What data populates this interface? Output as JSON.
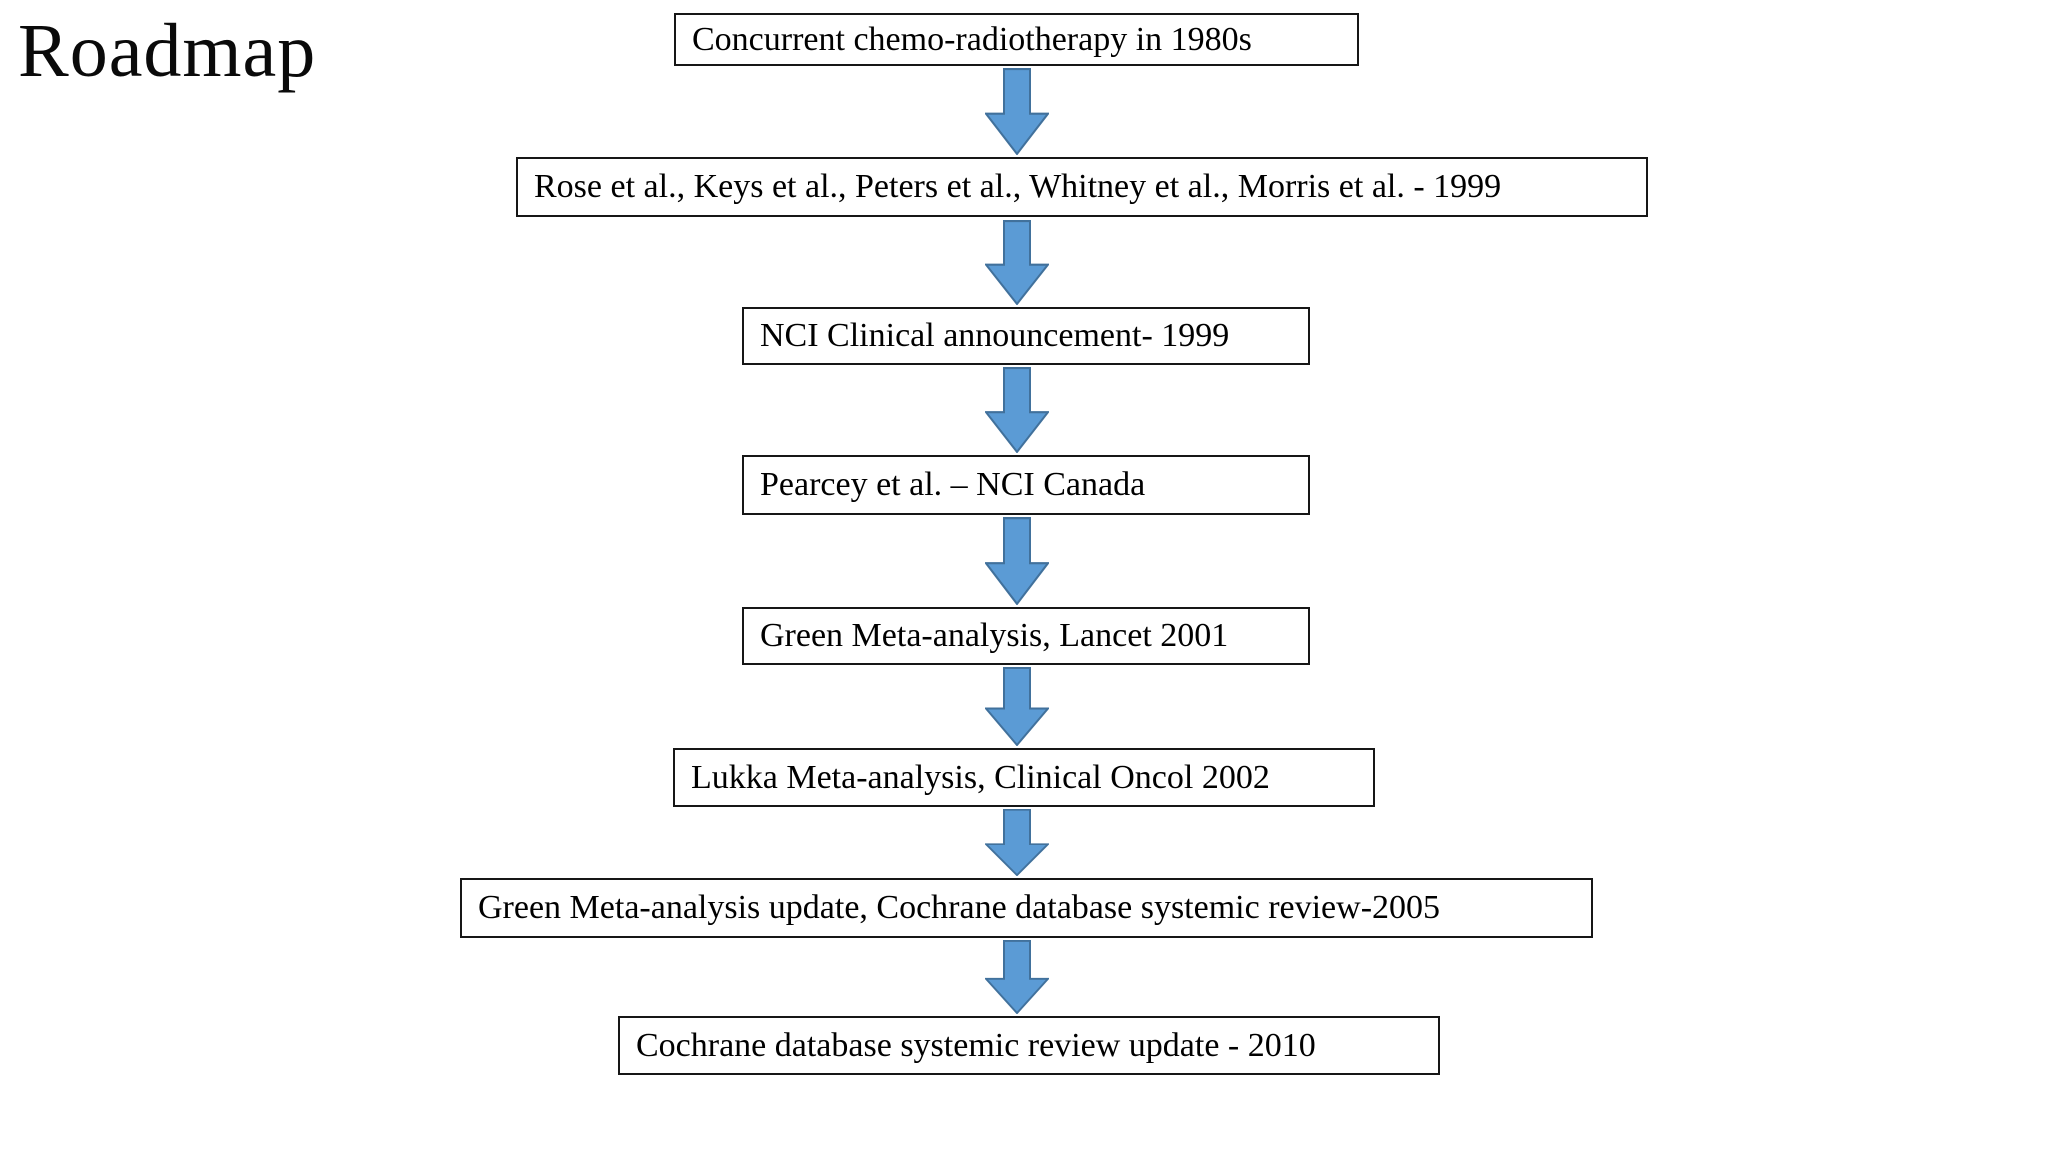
{
  "slide": {
    "title": "Roadmap",
    "background_color": "#ffffff",
    "text_color": "#000000"
  },
  "flowchart": {
    "direction": "top-to-bottom",
    "arrow_icon": "block-arrow-down",
    "arrow_fill_color": "#5b9bd5",
    "arrow_border_color": "#41719c",
    "box_border_color": "#161616",
    "box_fill_color": "#ffffff",
    "nodes": [
      {
        "label": "Concurrent chemo-radiotherapy in 1980s"
      },
      {
        "label": "Rose et al., Keys et al., Peters et al., Whitney et al., Morris et al. - 1999"
      },
      {
        "label": "NCI Clinical announcement- 1999"
      },
      {
        "label": "Pearcey et al. – NCI Canada"
      },
      {
        "label": "Green Meta-analysis, Lancet 2001"
      },
      {
        "label": "Lukka Meta-analysis, Clinical Oncol 2002"
      },
      {
        "label": "Green Meta-analysis update, Cochrane database systemic review-2005"
      },
      {
        "label": "Cochrane database systemic review update - 2010"
      }
    ]
  }
}
